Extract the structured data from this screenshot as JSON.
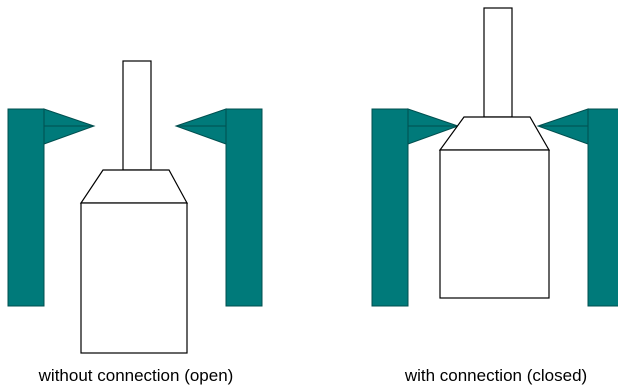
{
  "colors": {
    "clamp": "#007a7a",
    "clamp_outline": "#004f4f",
    "plug_outline": "#000000",
    "background": "#ffffff"
  },
  "panels": [
    {
      "state": "open",
      "caption": "without connection (open)"
    },
    {
      "state": "closed",
      "caption": "with connection (closed)"
    }
  ]
}
